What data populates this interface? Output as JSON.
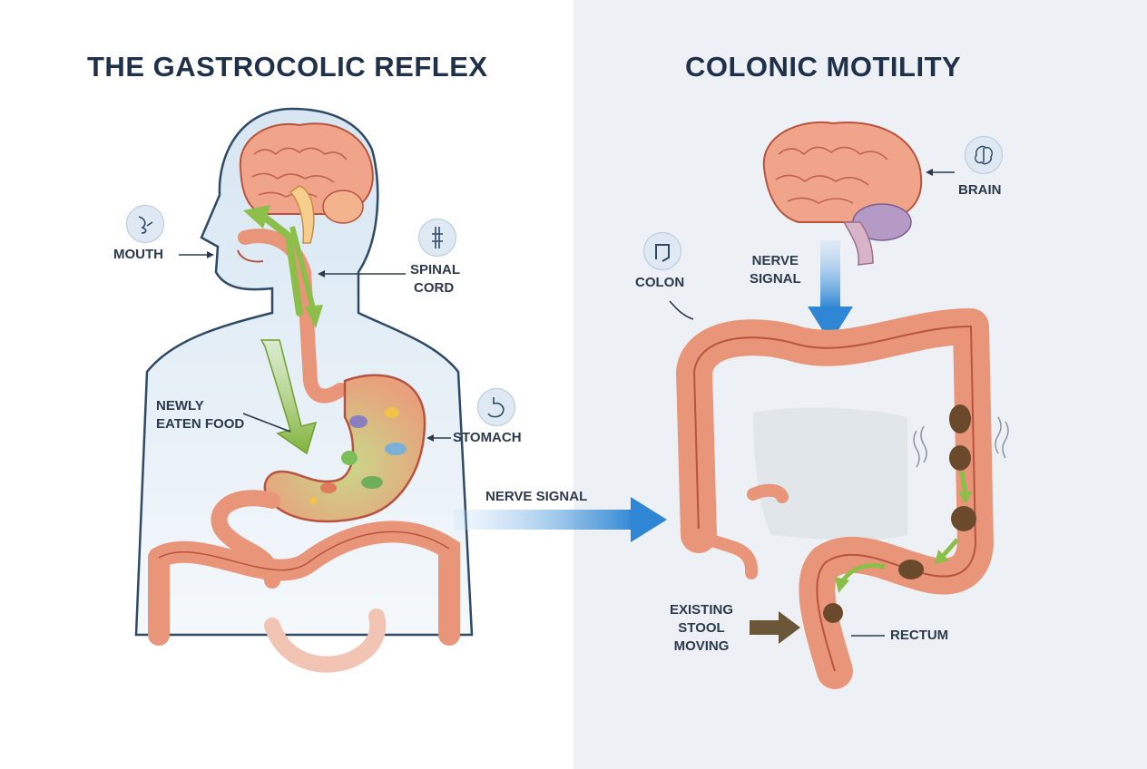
{
  "titles": {
    "left": "THE GASTROCOLIC REFLEX",
    "right": "COLONIC MOTILITY"
  },
  "labels": {
    "mouth": "MOUTH",
    "spinal_cord": [
      "SPINAL",
      "CORD"
    ],
    "newly_eaten_food": [
      "NEWLY",
      "EATEN FOOD"
    ],
    "stomach": "STOMACH",
    "nerve_signal_center": "NERVE SIGNAL",
    "brain": "BRAIN",
    "colon": "COLON",
    "nerve_signal_right": [
      "NERVE",
      "SIGNAL"
    ],
    "existing_stool_moving": [
      "EXISTING",
      "STOOL",
      "MOVING"
    ],
    "rectum": "RECTUM"
  },
  "icons": [
    "mouth-icon",
    "spinal-cord-icon",
    "stomach-icon",
    "brain-icon",
    "colon-icon"
  ],
  "colors": {
    "organ": "#e8957a",
    "organ_outline": "#b8533f",
    "nerve_arrow": "#3a8fd6",
    "food_arrow": "#8cbf4a",
    "stool": "#6b4a2b",
    "title": "#1f3148"
  }
}
